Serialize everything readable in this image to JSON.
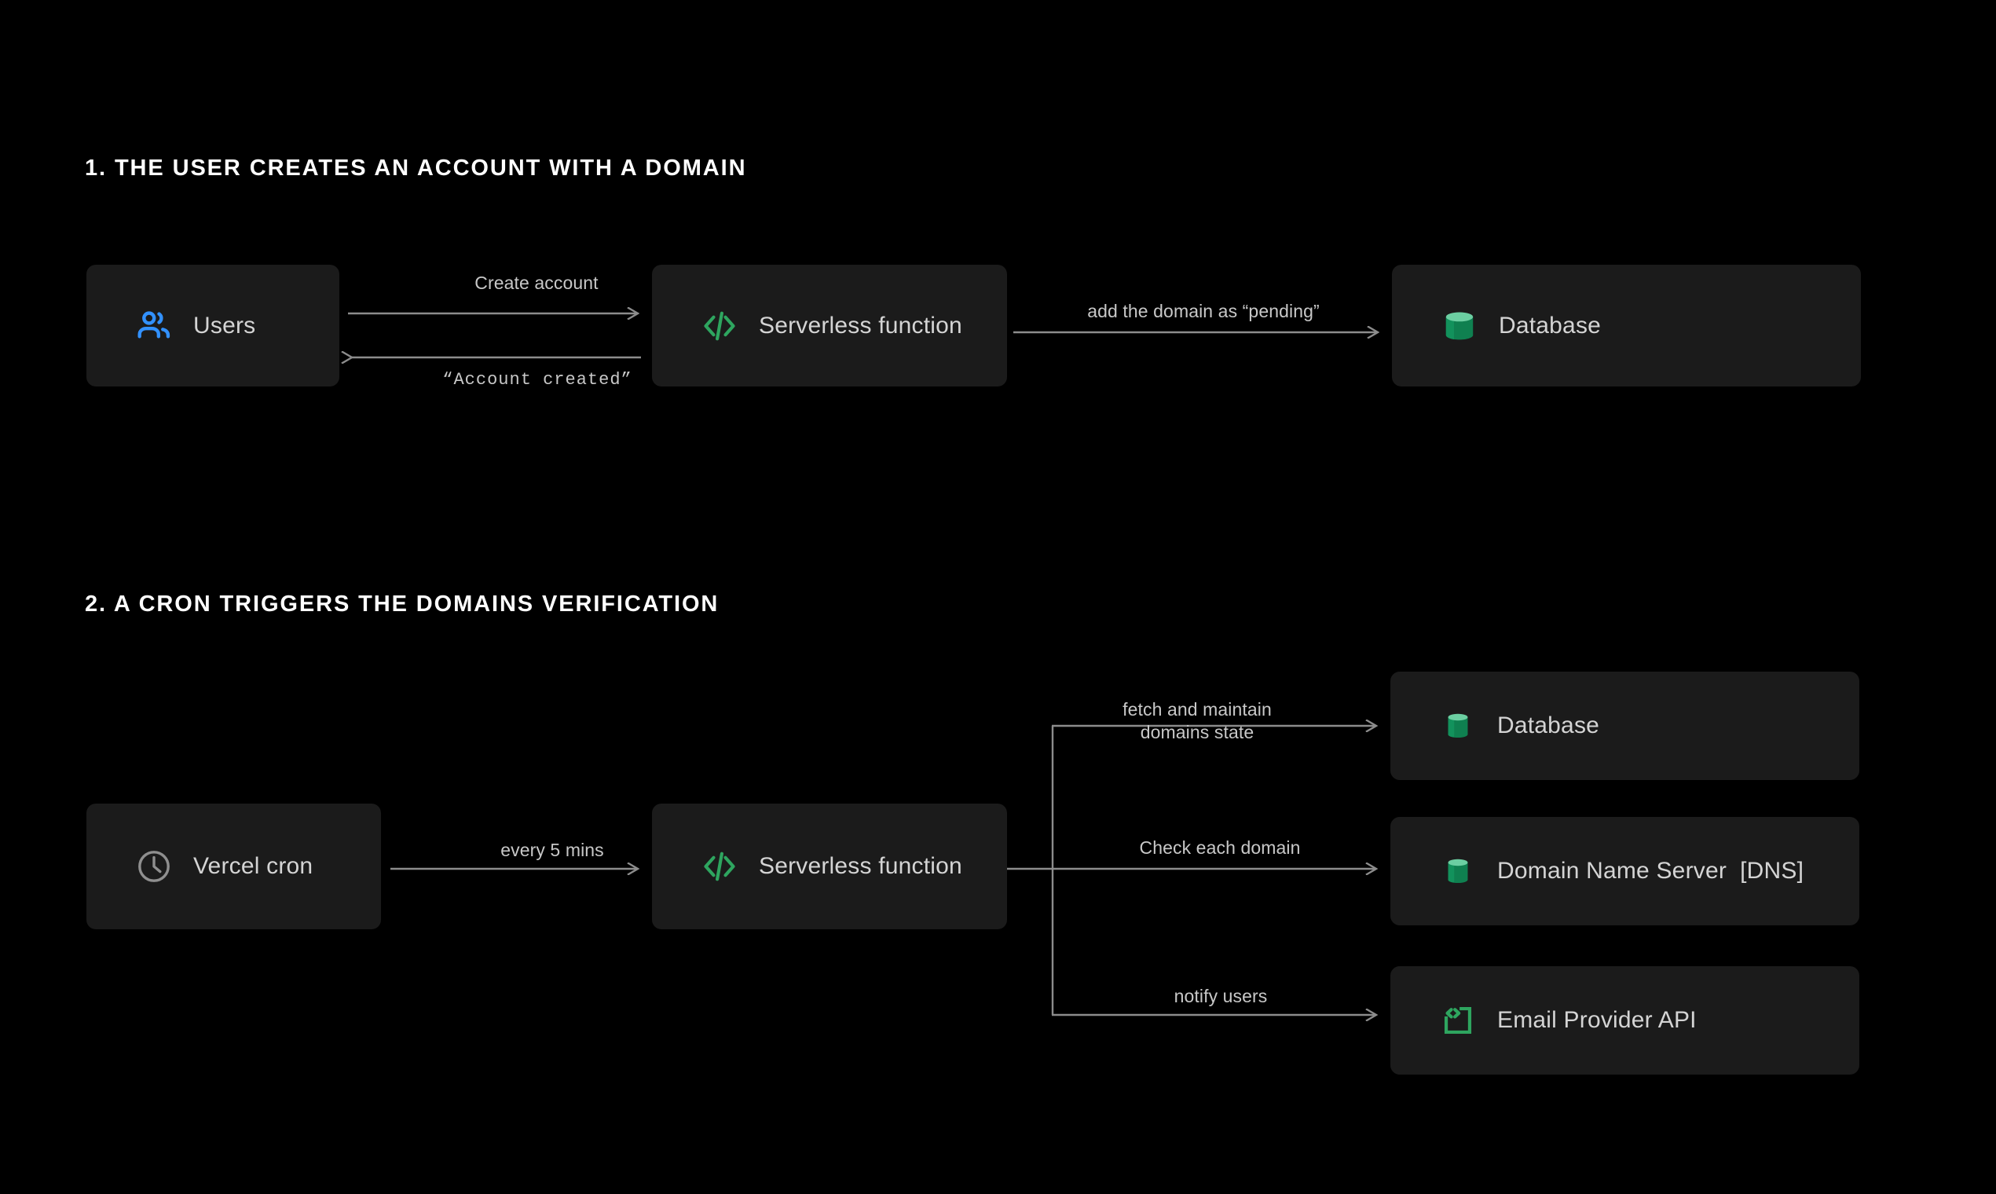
{
  "background_color": "#000000",
  "box_color": "#1b1b1b",
  "line_color": "#8c8c8c",
  "text_color": "#d4d4d4",
  "accent_blue": "#3291ff",
  "accent_green": "#2ea55f",
  "accent_green_light": "#5ec99a",
  "accent_gray": "#8f8f8f",
  "sections": [
    {
      "heading": "1. THE USER CREATES AN ACCOUNT WITH A DOMAIN",
      "nodes": [
        {
          "id": "users",
          "label": "Users",
          "icon": "users-icon"
        },
        {
          "id": "serverless-1",
          "label": "Serverless function",
          "icon": "code-brackets-icon"
        },
        {
          "id": "database-1",
          "label": "Database",
          "icon": "database-cylinder-icon"
        }
      ],
      "edges": [
        {
          "id": "create-account",
          "label": "Create account",
          "from": "users",
          "to": "serverless-1",
          "style": "sans"
        },
        {
          "id": "account-created",
          "label": "“Account created”",
          "from": "serverless-1",
          "to": "users",
          "style": "mono"
        },
        {
          "id": "add-domain-pending",
          "label": "add the domain as “pending”",
          "from": "serverless-1",
          "to": "database-1",
          "style": "sans"
        }
      ]
    },
    {
      "heading": "2. A CRON TRIGGERS THE DOMAINS VERIFICATION",
      "nodes": [
        {
          "id": "vercel-cron",
          "label": "Vercel cron",
          "icon": "clock-icon"
        },
        {
          "id": "serverless-2",
          "label": "Serverless function",
          "icon": "code-brackets-icon"
        },
        {
          "id": "database-2",
          "label": "Database",
          "icon": "database-cylinder-icon"
        },
        {
          "id": "dns",
          "label": "Domain Name Server  [DNS]",
          "icon": "database-cylinder-icon"
        },
        {
          "id": "email-api",
          "label": "Email Provider API",
          "icon": "api-code-square-icon"
        }
      ],
      "edges": [
        {
          "id": "every-5-mins",
          "label": "every 5 mins",
          "from": "vercel-cron",
          "to": "serverless-2",
          "style": "sans"
        },
        {
          "id": "fetch-maintain",
          "label": "fetch and maintain\ndomains state",
          "label_line1": "fetch and maintain",
          "label_line2": "domains state",
          "from": "serverless-2",
          "to": "database-2",
          "style": "sans"
        },
        {
          "id": "check-each-domain",
          "label": "Check each domain",
          "from": "serverless-2",
          "to": "dns",
          "style": "sans"
        },
        {
          "id": "notify-users",
          "label": "notify users",
          "from": "serverless-2",
          "to": "email-api",
          "style": "sans"
        }
      ]
    }
  ]
}
